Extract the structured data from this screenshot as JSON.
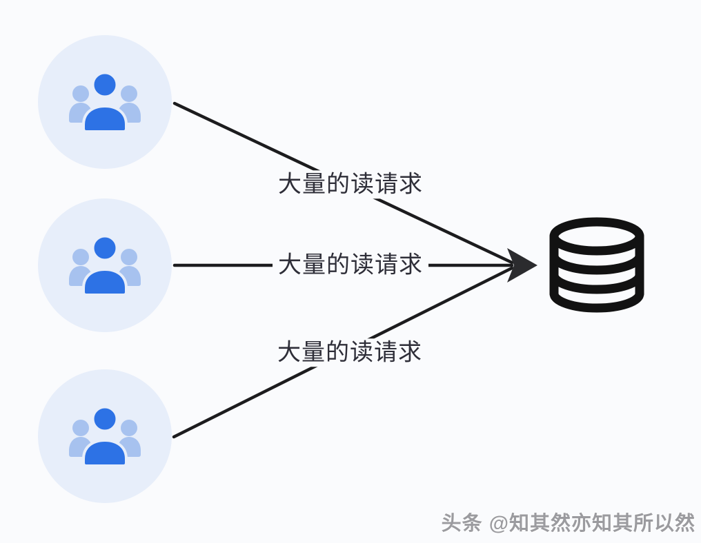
{
  "diagram": {
    "arrows": [
      {
        "label": "大量的读请求"
      },
      {
        "label": "大量的读请求"
      },
      {
        "label": "大量的读请求"
      }
    ],
    "clients": [
      {
        "icon": "users-group-icon"
      },
      {
        "icon": "users-group-icon"
      },
      {
        "icon": "users-group-icon"
      }
    ],
    "database": {
      "icon": "database-icon"
    },
    "colors": {
      "background": "#FAFBFD",
      "client_circle_fill": "#E7EEFA",
      "person_primary": "#2D72E5",
      "person_secondary": "#A7C2EF",
      "arrow_line": "#1C1C1E",
      "label_text": "#2E2E38",
      "database_icon": "#121212",
      "watermark_text_color": "#8A8A8E"
    }
  },
  "watermark": {
    "text": "头条 @知其然亦知其所以然"
  }
}
